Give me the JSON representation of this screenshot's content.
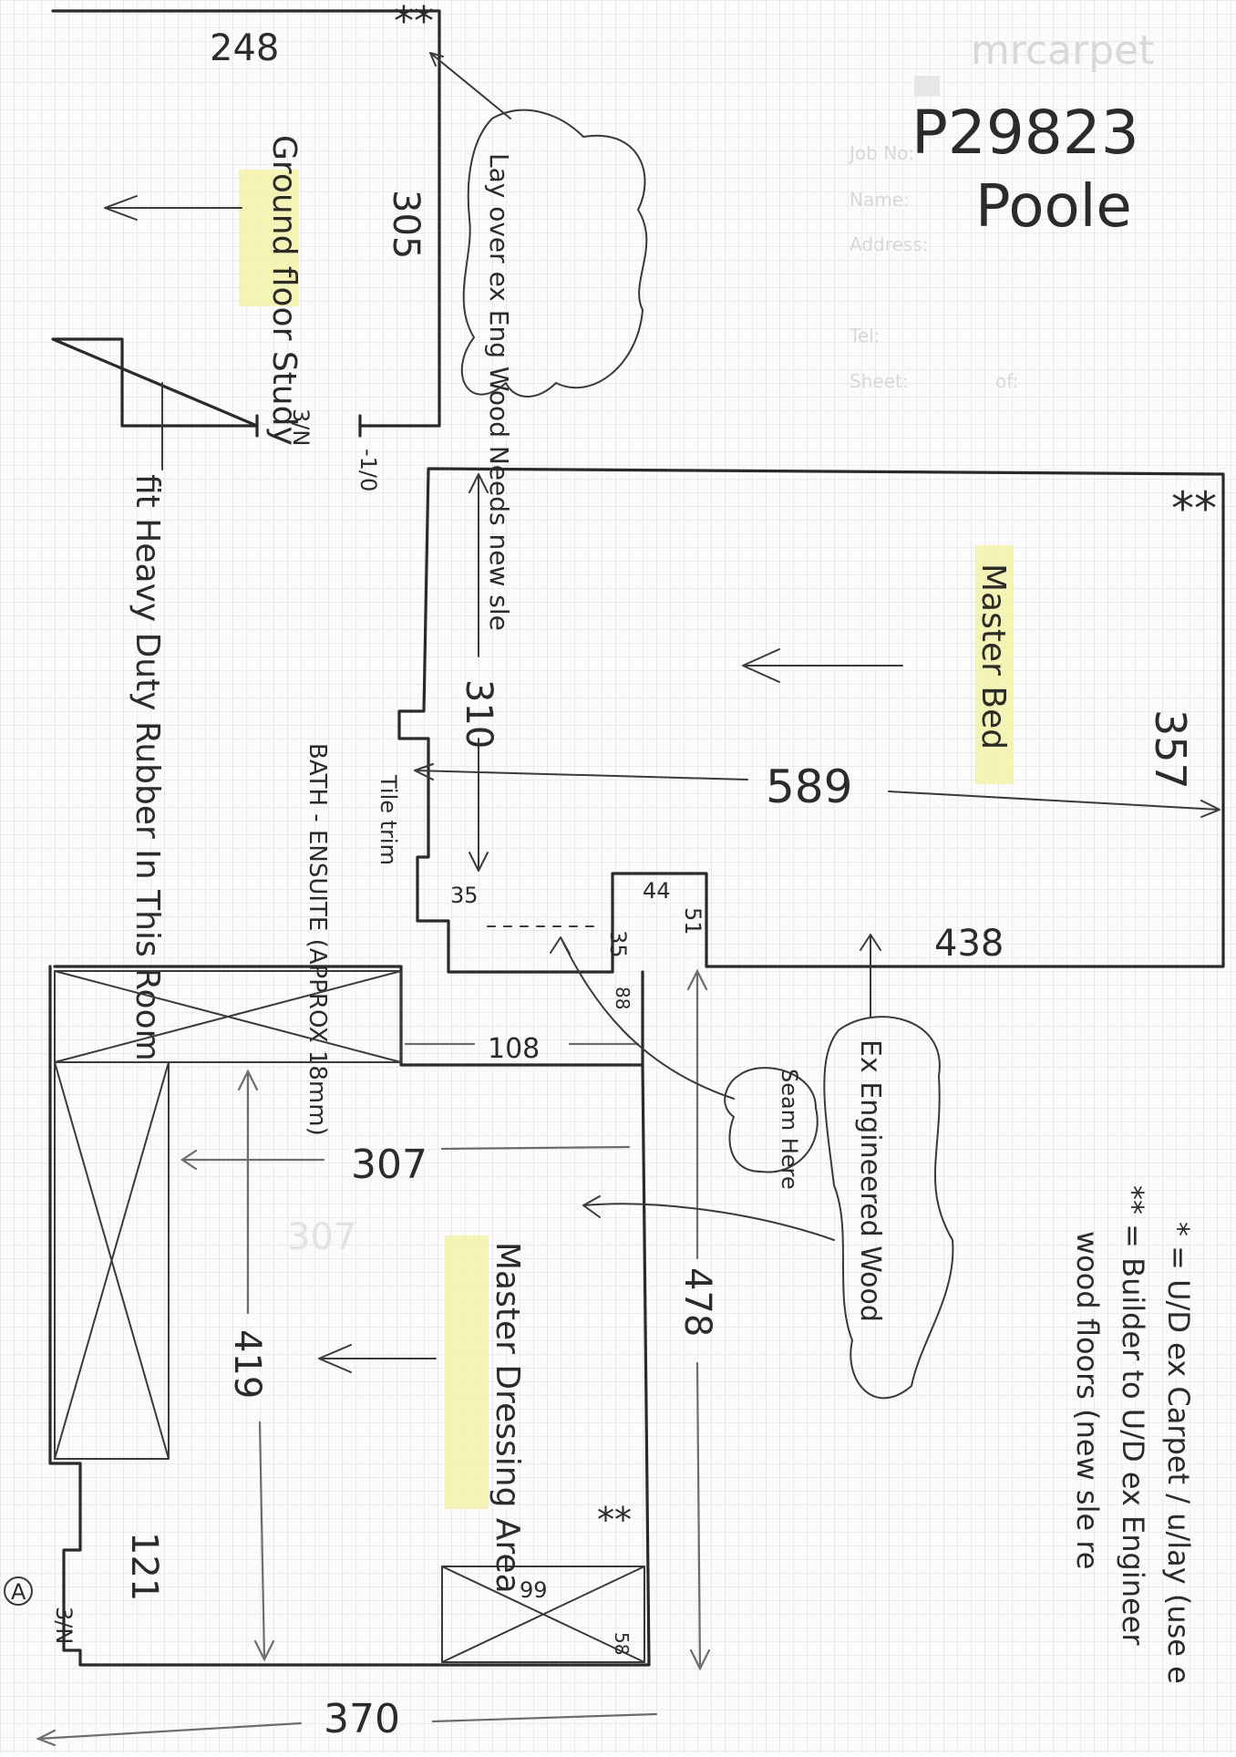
{
  "header": {
    "brand": "mrcarpet",
    "job_ref": "P29823",
    "customer": "Poole",
    "form_fields": [
      "Job No:",
      "Name:",
      "Address:",
      "Tel:",
      "Sheet:",
      "of:"
    ]
  },
  "rooms": {
    "study": {
      "label": "Ground floor Study",
      "width": "248",
      "depth": "305"
    },
    "master_bed": {
      "label": "Master Bed",
      "length": "589",
      "width_right": "357",
      "bottom": "438",
      "left_height": "310"
    },
    "dressing": {
      "label": "Master Dressing Area",
      "width": "307",
      "height_left": "419",
      "height_right": "478",
      "bottom": "370",
      "gap": "108",
      "side": "121"
    },
    "bath": {
      "label": "BATH - ENSUITE (APPROX 18mm)"
    }
  },
  "small_dims": {
    "a": "35",
    "b": "44",
    "c": "51",
    "d": "35",
    "e": "88",
    "f": "99",
    "g": "58",
    "h": "3/N",
    "i": "-1/0",
    "j": "3/N"
  },
  "notes": {
    "study_bubble": "Lay over ex Eng Wood Needs new sle",
    "heavy_duty": "fit Heavy Duty Rubber In This Room",
    "tile_trim": "Tile trim",
    "seam_here": "Seam Here",
    "ex_engineered": "Ex Engineered Wood",
    "marker_A": "A",
    "faint_dim": "307"
  },
  "legend": {
    "single": "* = U/D ex Carpet / u/lay (use e",
    "double": "** = Builder to U/D ex Engineer",
    "double_cont": "wood floors (new sle re"
  },
  "colors": {
    "ink": "#2a2a2a",
    "highlight": "#f3f2a3",
    "grid": "#b4bec8"
  }
}
